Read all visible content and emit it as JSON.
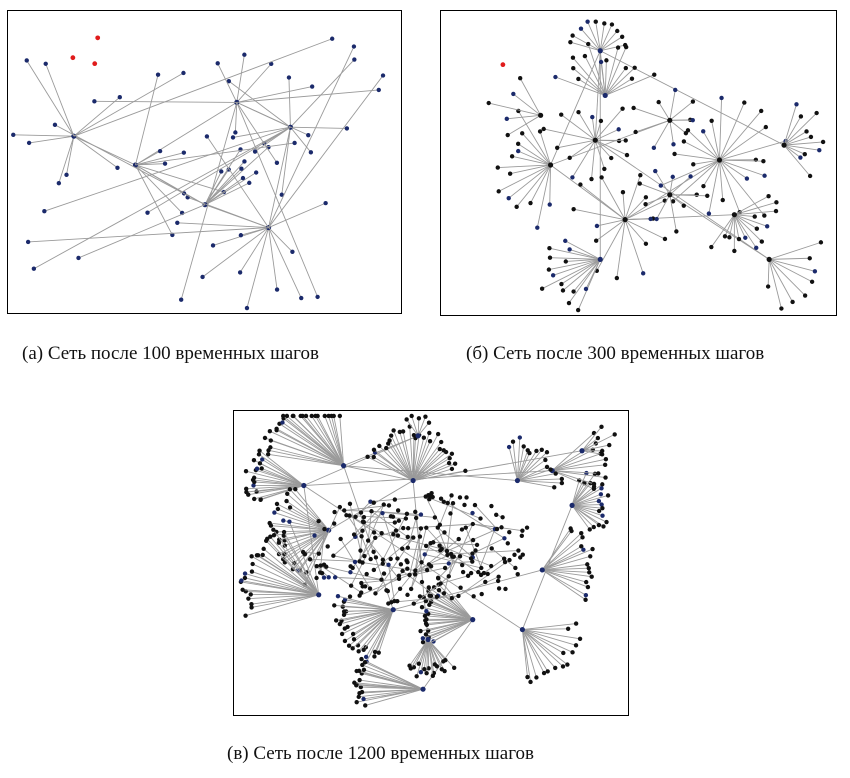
{
  "colors": {
    "edge": "#9a9a9a",
    "node_blue": "#1b2a6b",
    "node_black": "#111111",
    "node_red": "#e01b1b"
  },
  "panels": [
    {
      "id": "a",
      "caption": "(а)  Сеть после 100 временных шагов",
      "isolated_red_nodes": 3
    },
    {
      "id": "b",
      "caption": "(б)  Сеть после 300 временных шагов",
      "isolated_red_nodes": 1
    },
    {
      "id": "c",
      "caption": "(в)  Сеть после 1200 временных шагов",
      "isolated_red_nodes": 0
    }
  ]
}
